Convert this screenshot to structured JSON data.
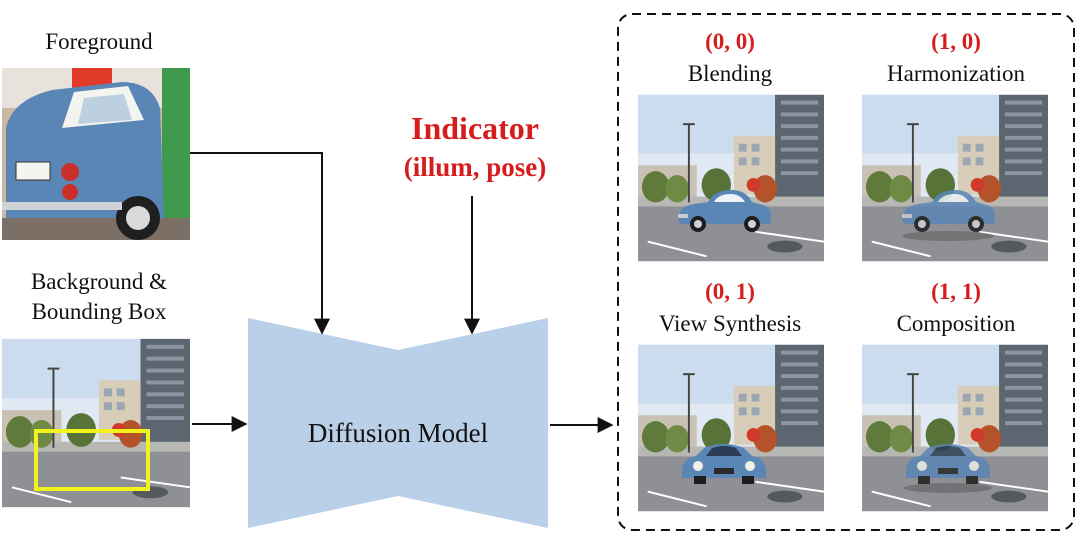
{
  "inputs": {
    "foreground_label": "Foreground",
    "background_label_line1": "Background &",
    "background_label_line2": "Bounding Box"
  },
  "indicator": {
    "title": "Indicator",
    "subtitle": "(illum, pose)"
  },
  "model": {
    "label": "Diffusion Model"
  },
  "outputs": [
    {
      "code": "(0, 0)",
      "name": "Blending",
      "car": "flat-car"
    },
    {
      "code": "(1, 0)",
      "name": "Harmonization",
      "car": "shaded-car"
    },
    {
      "code": "(0, 1)",
      "name": "View Synthesis",
      "car": "rotated-car"
    },
    {
      "code": "(1, 1)",
      "name": "Composition",
      "car": "rotated-shaded-car"
    }
  ],
  "colors": {
    "indicator_red": "#d61c1c",
    "model_fill": "#b9d0e8",
    "bbox_yellow": "#f2f21c",
    "car_blue": "#5a86b6"
  }
}
